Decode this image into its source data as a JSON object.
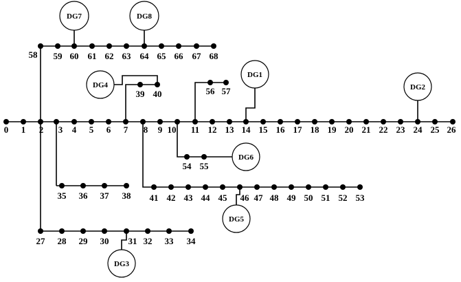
{
  "bus_labels": [
    "0",
    "1",
    "2",
    "3",
    "4",
    "5",
    "6",
    "7",
    "8",
    "9",
    "10",
    "11",
    "12",
    "13",
    "14",
    "15",
    "16",
    "17",
    "18",
    "19",
    "20",
    "21",
    "22",
    "23",
    "24",
    "25",
    "26",
    "27",
    "28",
    "29",
    "30",
    "31",
    "32",
    "33",
    "34",
    "35",
    "36",
    "37",
    "38",
    "39",
    "40",
    "41",
    "42",
    "43",
    "44",
    "45",
    "46",
    "47",
    "48",
    "49",
    "50",
    "51",
    "52",
    "53",
    "54",
    "55",
    "56",
    "57",
    "58",
    "59",
    "60",
    "61",
    "62",
    "63",
    "64",
    "65",
    "66",
    "67",
    "68"
  ],
  "dg_labels": {
    "dg1": "DG1",
    "dg2": "DG2",
    "dg3": "DG3",
    "dg4": "DG4",
    "dg5": "DG5",
    "dg6": "DG6",
    "dg7": "DG7",
    "dg8": "DG8"
  },
  "connections": [
    {
      "bus": "14",
      "dg": "DG1"
    },
    {
      "bus": "24",
      "dg": "DG2"
    },
    {
      "bus": "31",
      "dg": "DG3"
    },
    {
      "bus": "40",
      "dg": "DG4"
    },
    {
      "bus": "46",
      "dg": "DG5"
    },
    {
      "bus": "55",
      "dg": "DG6"
    },
    {
      "bus": "60",
      "dg": "DG7"
    },
    {
      "bus": "64",
      "dg": "DG8"
    }
  ]
}
